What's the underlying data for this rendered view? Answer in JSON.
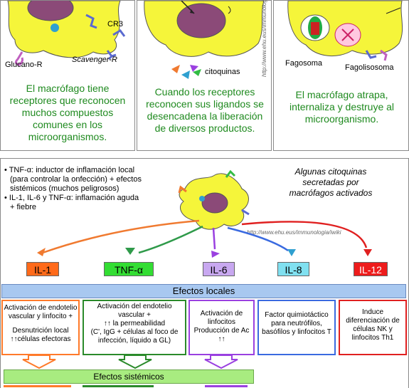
{
  "top": {
    "panel1": {
      "receptor_cr3": "CR3",
      "receptor_glucano": "Glucano-R",
      "receptor_scavenger": "Scavenger-R",
      "caption": [
        "El macrófago tiene",
        "receptores que reconocen",
        "muchos compuestos",
        "comunes en los",
        "microorganismos."
      ]
    },
    "panel2": {
      "label_citoquinas": "citoquinas",
      "caption": [
        "Cuando los receptores",
        "reconocen sus ligandos se",
        "desencadena la liberación",
        "de diversos productos."
      ]
    },
    "panel3": {
      "label_fagosoma": "Fagosoma",
      "label_fagolisosoma": "Fagolisosoma",
      "caption": [
        "El macrófago atrapa,",
        "internaliza y destruye al",
        "microorganismo."
      ]
    },
    "url_vertical": "http://www.ehu.eus/immunologia"
  },
  "bottom": {
    "bullets": [
      [
        "• TNF-α: inductor de inflamación local",
        "(para controlar la onfección) + efectos",
        "sistémicos (muchos peligrosos)"
      ],
      [
        "• IL-1, IL-6 y TNF-α: inflamación aguda",
        "+ fiebre"
      ]
    ],
    "cell_caption": [
      "Algunas citoquinas",
      "secretadas por",
      "macrófagos activados"
    ],
    "url": "http://www.ehu.eus/immunologia/iwiki",
    "cytokines": [
      {
        "label": "IL-1",
        "color": "#ff6a1a",
        "arrow": "#f07a30"
      },
      {
        "label": "TNF-α",
        "color": "#33dd33",
        "arrow": "#2f9a4a"
      },
      {
        "label": "IL-6",
        "color": "#c8a8f0",
        "arrow": "#9a40e0"
      },
      {
        "label": "IL-8",
        "color": "#80e0f0",
        "arrow": "#3a6ae0"
      },
      {
        "label": "IL-12",
        "color": "#ee1c1c",
        "arrow": "#e02020"
      }
    ],
    "efectos_locales": "Efectos locales",
    "effects": [
      [
        "Activación de endotelio",
        "vascular y linfocito +",
        "Desnutrición local",
        "↑↑células efectoras"
      ],
      [
        "Activación del endotelio",
        "vascular +",
        "↑↑ la permeabilidad",
        "(C', IgG + células al foco de",
        "infección, líquido a GL)"
      ],
      [
        "Activación de",
        "linfocitos",
        "Producción de Ac",
        "↑↑"
      ],
      [
        "Factor quimiotáctico",
        "para neutrófilos,",
        "basófilos y linfocitos T"
      ],
      [
        "Induce",
        "diferenciación de",
        "células NK y",
        "linfocitos Th1"
      ]
    ],
    "efectos_sistemicos": "Efectos sistémicos"
  }
}
